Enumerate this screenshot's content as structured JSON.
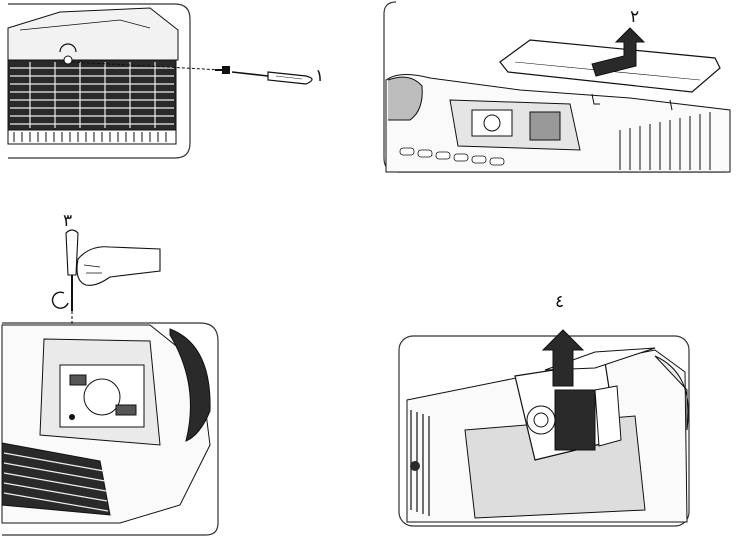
{
  "steps": [
    {
      "number": "١",
      "illustration": "unscrew-lamp-cover-screw"
    },
    {
      "number": "٢",
      "illustration": "slide-and-lift-lamp-cover"
    },
    {
      "number": "٣",
      "illustration": "loosen-lamp-module-screws"
    },
    {
      "number": "٤",
      "illustration": "pull-out-lamp-module"
    }
  ],
  "colors": {
    "line": "#111111",
    "frame": "#333333",
    "shade": "#c9c9c9",
    "dark": "#2a2a2a",
    "background": "#ffffff"
  }
}
